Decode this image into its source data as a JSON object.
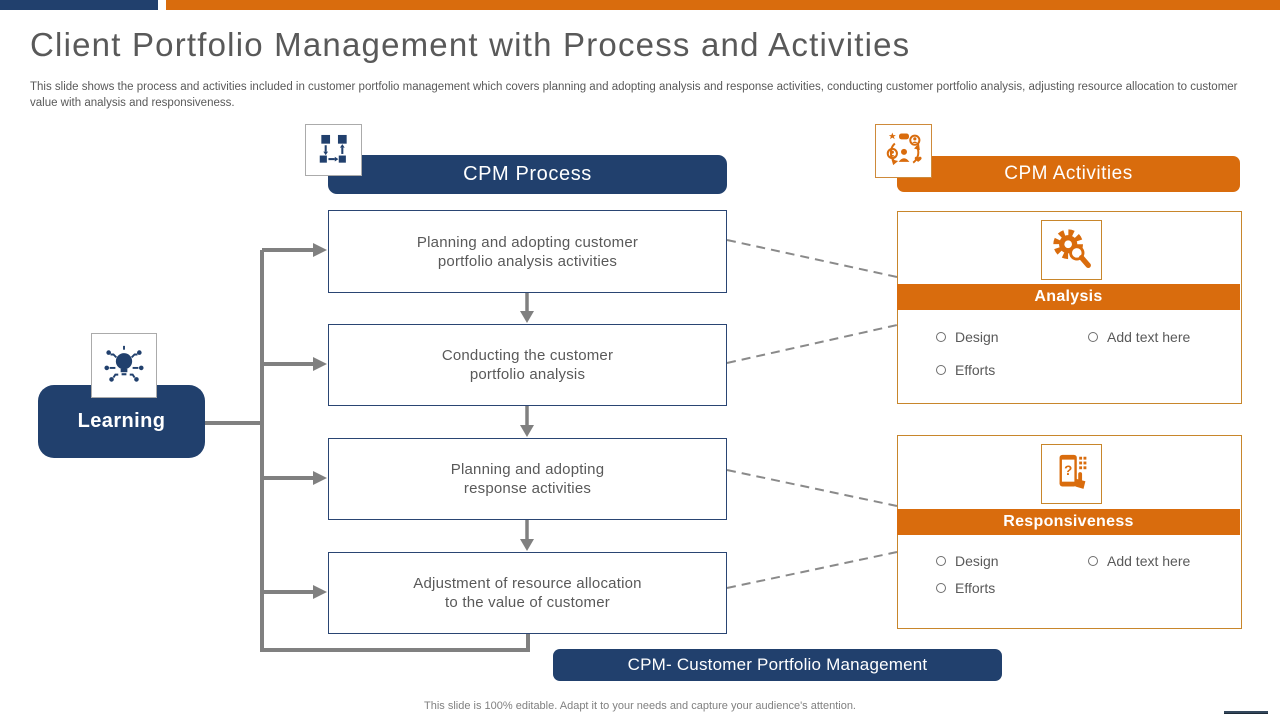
{
  "slide": {
    "title": "Client Portfolio Management with Process and Activities",
    "subtitle": "This slide shows the process and activities included in customer portfolio management which covers planning and adopting analysis and response activities, conducting customer portfolio analysis, adjusting resource allocation to customer value with analysis and responsiveness.",
    "footer": "This slide is 100% editable. Adapt it to your needs and capture your audience's attention."
  },
  "process": {
    "header": "CPM Process",
    "icon": "flowchart-icon",
    "steps": [
      {
        "text": "Planning and adopting customer\nportfolio analysis activities"
      },
      {
        "text": "Conducting the customer\nportfolio analysis"
      },
      {
        "text": "Planning and adopting\nresponse activities"
      },
      {
        "text": "Adjustment of resource allocation\nto the value of customer"
      }
    ]
  },
  "learning": {
    "label": "Learning",
    "icon": "lightbulb-idea-icon"
  },
  "activities": {
    "header": "CPM Activities",
    "icon": "customer-network-icon",
    "cards": [
      {
        "title": "Analysis",
        "icon": "gear-magnifier-icon",
        "bullets_left": [
          "Design",
          "Efforts"
        ],
        "bullets_right": [
          "Add text here"
        ]
      },
      {
        "title": "Responsiveness",
        "icon": "phone-support-icon",
        "bullets_left": [
          "Design",
          "Efforts"
        ],
        "bullets_right": [
          "Add text here"
        ]
      }
    ]
  },
  "abbreviation": {
    "label": "CPM- Customer Portfolio Management"
  },
  "colors": {
    "navy": "#21406D",
    "orange": "#D96C0D",
    "text_gray": "#595959",
    "connector_gray": "#808080",
    "card_border_orange": "#C8862B"
  }
}
